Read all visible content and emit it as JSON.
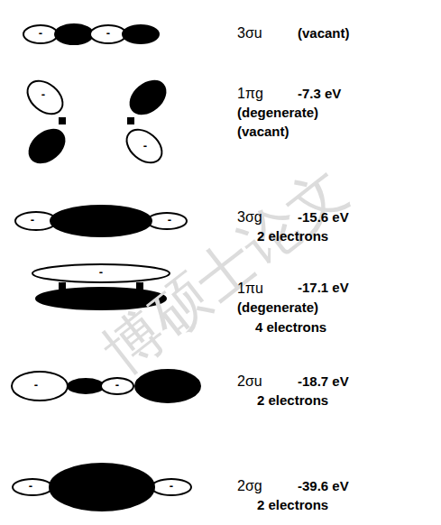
{
  "diagram": {
    "labels": [
      "3σu",
      "(vacant)",
      "1πg",
      "-7.3 eV",
      "(degenerate)",
      "(vacant)",
      "3σg",
      "-15.6 eV",
      "2 electrons",
      "1πu",
      "-17.1 eV",
      "(degenerate)",
      "4 electrons",
      "2σu",
      "-18.7 eV",
      "2 electrons",
      "2σg",
      "-39.6 eV",
      "2 electrons",
      "-",
      "-",
      "-",
      "-",
      "-",
      "-",
      "-",
      "-",
      "-",
      "-",
      "-",
      "博硕士论文"
    ]
  }
}
